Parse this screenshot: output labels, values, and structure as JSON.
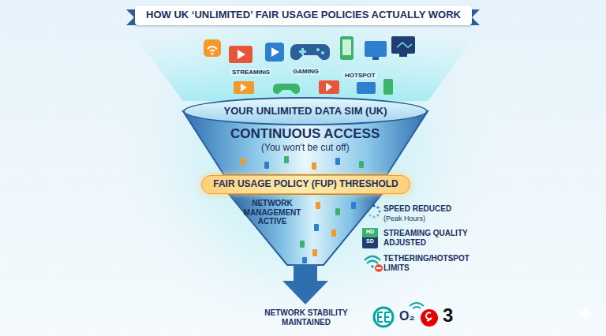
{
  "diagram": {
    "title": "HOW UK ‘UNLIMITED’ FAIR USAGE POLICIES ACTUALLY WORK",
    "nodes": [
      {
        "text": [
          "YOUR UNLIMITED DATA SIM (UK)"
        ]
      },
      {
        "text": [
          "FAIR USAGE POLICY (FUP) THRESHOLD"
        ]
      }
    ],
    "labels": [
      "STREAMING",
      "GAMING",
      "HOTSPOT",
      "CONTINUOUS ACCESS",
      "(You won't be cut off)",
      "NETWORK MANAGEMENT ACTIVE",
      "SPEED REDUCED",
      "(Peak Hours)",
      "HD",
      "SD",
      "STREAMING QUALITY ADJUSTED",
      "TETHERING/HOTSPOT LIMITS",
      "NETWORK STABILITY MAINTAINED",
      "O₂",
      "3"
    ]
  }
}
